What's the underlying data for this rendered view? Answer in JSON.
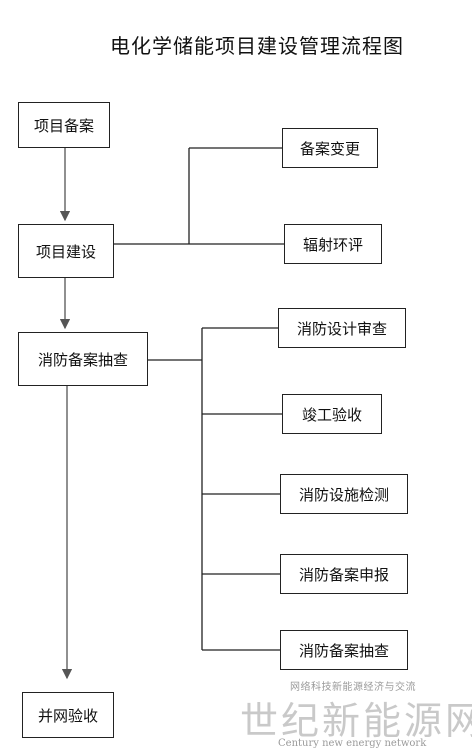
{
  "title": "电化学储能项目建设管理流程图",
  "nodes": {
    "filing": "项目备案",
    "construction": "项目建设",
    "fire_check": "消防备案抽查",
    "grid": "并网验收",
    "filing_change": "备案变更",
    "env_review": "辐射环评",
    "fire_design_review": "消防设计审查",
    "completion": "竣工验收",
    "fire_facility_test": "消防设施检测",
    "fire_filing_report": "消防备案申报",
    "fire_filing_check": "消防备案抽查"
  },
  "watermark": {
    "line1": "网络科技新能源经济与交流",
    "main": "世纪新能源网",
    "line2": "Century new energy network"
  }
}
